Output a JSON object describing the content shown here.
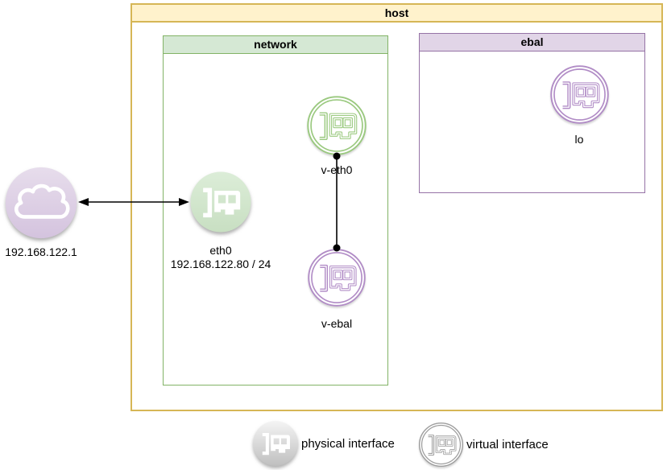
{
  "diagram": {
    "containers": {
      "host": {
        "title": "host"
      },
      "network": {
        "title": "network"
      },
      "ebal": {
        "title": "ebal"
      }
    },
    "nodes": {
      "cloud": {
        "label": "192.168.122.1",
        "type": "cloud"
      },
      "eth0": {
        "label": "eth0",
        "sublabel": "192.168.122.80 / 24",
        "type": "physical-interface"
      },
      "v_eth0": {
        "label": "v-eth0",
        "type": "virtual-interface"
      },
      "v_ebal": {
        "label": "v-ebal",
        "type": "virtual-interface"
      },
      "lo": {
        "label": "lo",
        "type": "virtual-interface"
      }
    },
    "edges": [
      {
        "from": "cloud",
        "to": "eth0",
        "style": "double-arrow"
      },
      {
        "from": "v_eth0",
        "to": "v_ebal",
        "style": "line-with-dot-endpoints"
      }
    ],
    "legend": {
      "physical_label": "physical interface",
      "virtual_label": "virtual interface"
    },
    "colors": {
      "host_header_fill": "#FFF2CC",
      "host_border": "#D6B656",
      "network_header_fill": "#D5E8D4",
      "network_border": "#82B366",
      "ebal_header_fill": "#E1D5E7",
      "ebal_border": "#9673A6",
      "green_icon_line": "#9AC97F",
      "green_fill": "#DCEDD8",
      "green_fill_dark": "#C8DFC2",
      "purple_icon_line": "#B18CC6",
      "purple_fill": "#E7DDEC",
      "purple_fill_dark": "#D4C3DE",
      "gray_icon_line": "#9E9E9E",
      "gray_fill": "#F4F4F4",
      "gray_fill_dark": "#BFBFBF",
      "connector": "#000000"
    }
  }
}
